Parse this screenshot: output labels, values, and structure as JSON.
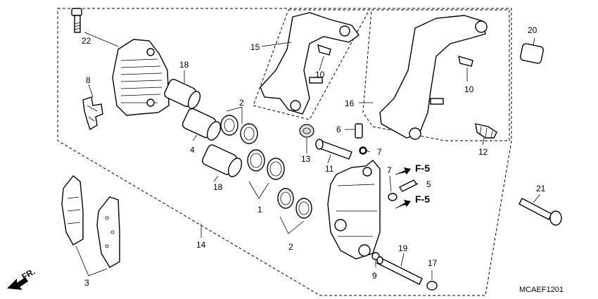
{
  "callouts": {
    "c1": "1",
    "c2a": "2",
    "c2b": "2",
    "c3": "3",
    "c4": "4",
    "c5": "5",
    "c6": "6",
    "c7a": "7",
    "c7b": "7",
    "c8": "8",
    "c9": "9",
    "c10a": "10",
    "c10b": "10",
    "c11": "11",
    "c12": "12",
    "c13": "13",
    "c14": "14",
    "c15": "15",
    "c16": "16",
    "c17": "17",
    "c18a": "18",
    "c18b": "18",
    "c19": "19",
    "c20": "20",
    "c21": "21",
    "c22": "22"
  },
  "references": {
    "f5a": "F-5",
    "f5b": "F-5"
  },
  "direction_label": "FR.",
  "diagram_code": "MCAEF1201"
}
